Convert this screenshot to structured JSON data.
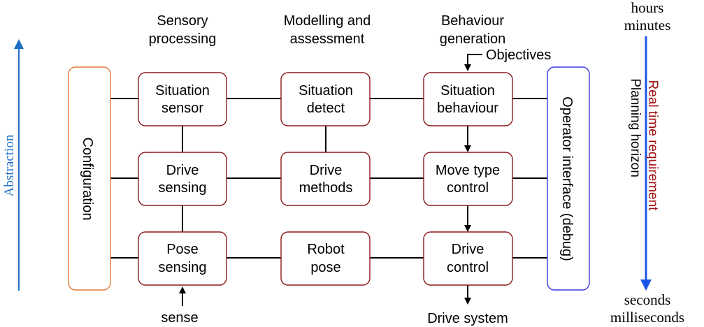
{
  "column_headers": {
    "sensory": [
      "Sensory",
      "processing"
    ],
    "modelling": [
      "Modelling and",
      "assessment"
    ],
    "behaviour": [
      "Behaviour",
      "generation"
    ]
  },
  "boxes": {
    "situation_sensor": [
      "Situation",
      "sensor"
    ],
    "situation_detect": [
      "Situation",
      "detect"
    ],
    "situation_behaviour": [
      "Situation",
      "behaviour"
    ],
    "drive_sensing": [
      "Drive",
      "sensing"
    ],
    "drive_methods": [
      "Drive",
      "methods"
    ],
    "move_type_control": [
      "Move type",
      "control"
    ],
    "pose_sensing": [
      "Pose",
      "sensing"
    ],
    "robot_pose": [
      "Robot",
      "pose"
    ],
    "drive_control": [
      "Drive",
      "control"
    ]
  },
  "side_panels": {
    "configuration": "Configuration",
    "operator_interface": "Operator interface (debug)"
  },
  "io_labels": {
    "objectives": "Objectives",
    "sense": "sense",
    "drive_system": "Drive system"
  },
  "abstraction_axis": {
    "label": "Abstraction",
    "color": "#1f6fc5"
  },
  "time_axis": {
    "top": [
      "hours",
      "minutes"
    ],
    "bottom": [
      "seconds",
      "milliseconds"
    ],
    "real_time_label": "Real time requirement",
    "real_time_color": "#a01010",
    "planning_label": "Planning horizon",
    "arrow_color": "#1a55e8"
  }
}
